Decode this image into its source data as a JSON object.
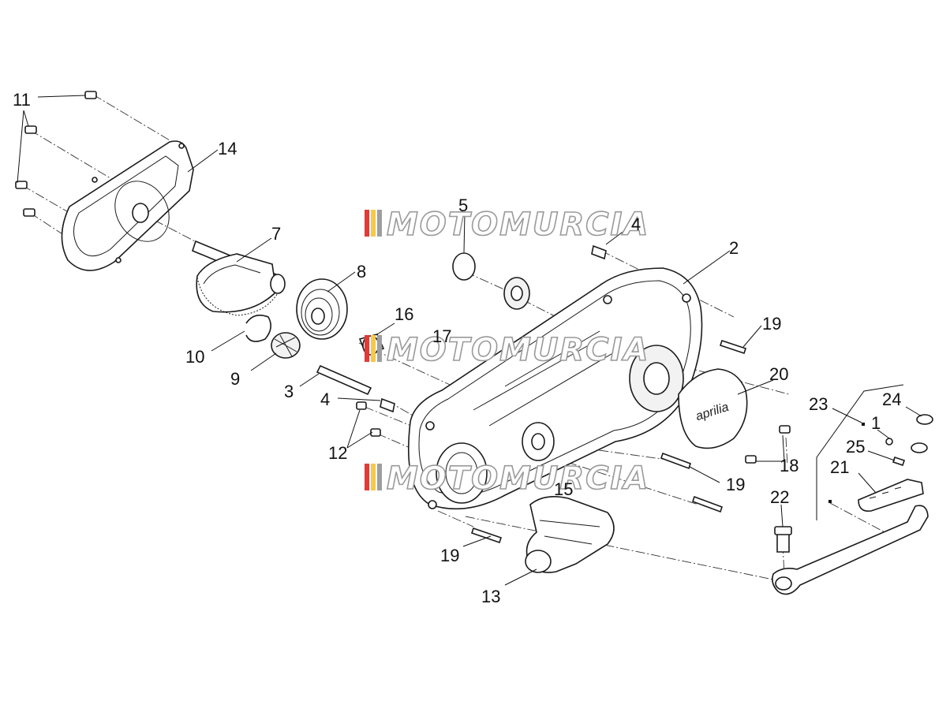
{
  "watermark": {
    "text": "MOTOMURCIA",
    "stripe_colors": [
      "#e53935",
      "#f7c948",
      "#9e9e9e"
    ]
  },
  "cover_logo": "aprilia",
  "callouts": [
    {
      "id": "c11",
      "label": "11"
    },
    {
      "id": "c14",
      "label": "14"
    },
    {
      "id": "c7",
      "label": "7"
    },
    {
      "id": "c8",
      "label": "8"
    },
    {
      "id": "c5",
      "label": "5"
    },
    {
      "id": "c4a",
      "label": "4"
    },
    {
      "id": "c2",
      "label": "2"
    },
    {
      "id": "c16",
      "label": "16"
    },
    {
      "id": "c17",
      "label": "17"
    },
    {
      "id": "c19a",
      "label": "19"
    },
    {
      "id": "c20",
      "label": "20"
    },
    {
      "id": "c10",
      "label": "10"
    },
    {
      "id": "c9",
      "label": "9"
    },
    {
      "id": "c3",
      "label": "3"
    },
    {
      "id": "c4b",
      "label": "4"
    },
    {
      "id": "c12",
      "label": "12"
    },
    {
      "id": "c23",
      "label": "23"
    },
    {
      "id": "c24",
      "label": "24"
    },
    {
      "id": "c1",
      "label": "1"
    },
    {
      "id": "c25",
      "label": "25"
    },
    {
      "id": "c21",
      "label": "21"
    },
    {
      "id": "c18",
      "label": "18"
    },
    {
      "id": "c19b",
      "label": "19"
    },
    {
      "id": "c22",
      "label": "22"
    },
    {
      "id": "c15",
      "label": "15"
    },
    {
      "id": "c19c",
      "label": "19"
    },
    {
      "id": "c13",
      "label": "13"
    }
  ]
}
